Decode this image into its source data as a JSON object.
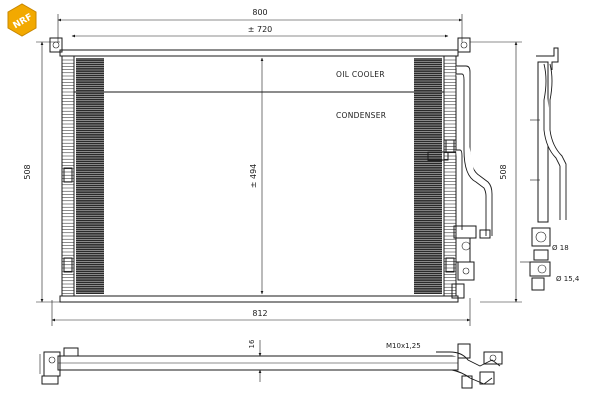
{
  "logo": {
    "text": "NRF",
    "color": "#f2a900"
  },
  "labels": {
    "oil_cooler": "OIL COOLER",
    "condenser": "CONDENSER"
  },
  "dimensions": {
    "overall_width": "800",
    "bracket_spacing": "± 720",
    "height_left": "508",
    "height_right": "508",
    "core_height": "± 494",
    "bottom_width": "812",
    "thickness": "16"
  },
  "fittings": {
    "thread": "M10x1,25",
    "pipe_a": "Ø 18",
    "pipe_b": "Ø 15,4"
  }
}
